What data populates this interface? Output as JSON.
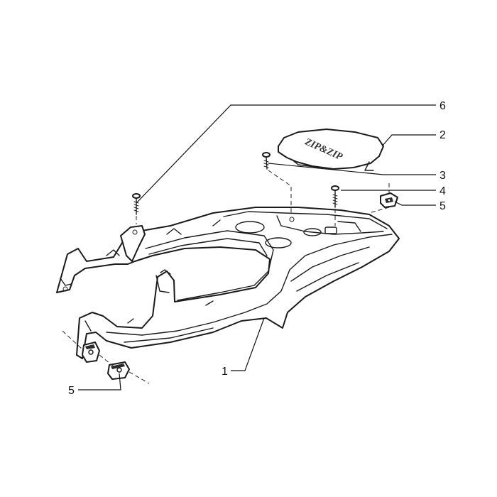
{
  "callouts": {
    "c1": "1",
    "c2": "2",
    "c3": "3",
    "c4": "4",
    "c5_right": "5",
    "c5_left": "5",
    "c6": "6"
  },
  "logo_text": "ZIP&ZIP"
}
